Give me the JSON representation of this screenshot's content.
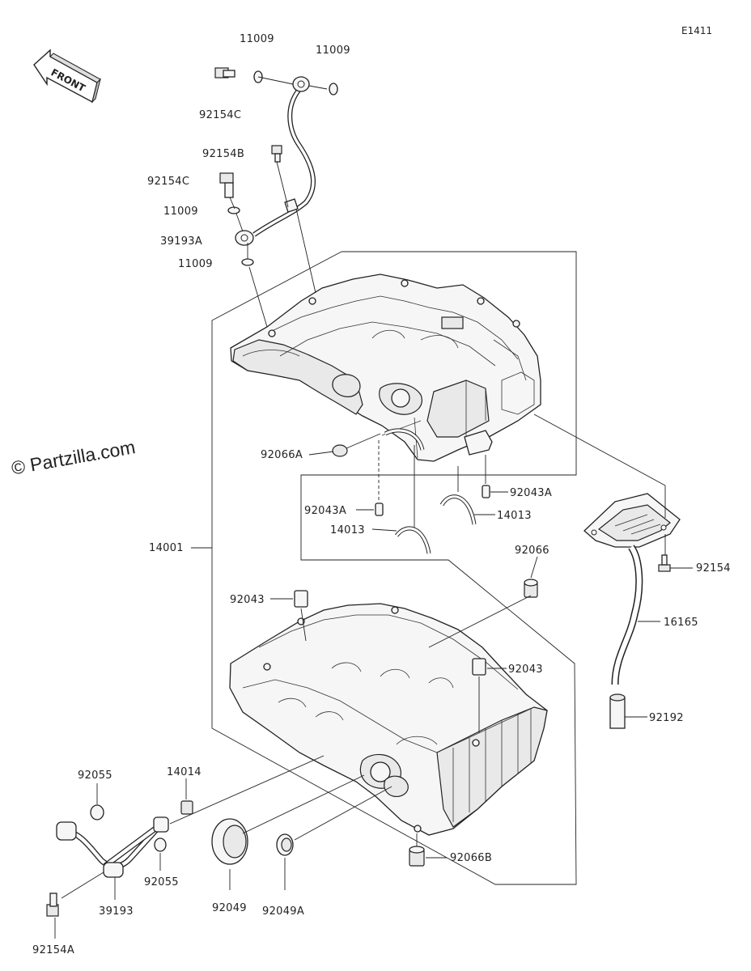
{
  "diagram_code": "E1411",
  "watermark": "© Partzilla.com",
  "front_arrow_label": "FRONT",
  "labels": {
    "l_11009_a": "11009",
    "l_11009_b": "11009",
    "l_92154C_top": "92154C",
    "l_92154B": "92154B",
    "l_92154C_mid": "92154C",
    "l_11009_c": "11009",
    "l_39193A": "39193A",
    "l_11009_d": "11009",
    "l_92066A": "92066A",
    "l_92043A_r": "92043A",
    "l_92043A_l": "92043A",
    "l_14013_r": "14013",
    "l_14013_l": "14013",
    "l_14001": "14001",
    "l_92066": "92066",
    "l_92154": "92154",
    "l_92043_l": "92043",
    "l_16165": "16165",
    "l_92043_r": "92043",
    "l_92192": "92192",
    "l_92055_top": "92055",
    "l_14014": "14014",
    "l_92066B": "92066B",
    "l_92055_bot": "92055",
    "l_39193": "39193",
    "l_92049": "92049",
    "l_92049A": "92049A",
    "l_92154A": "92154A"
  }
}
